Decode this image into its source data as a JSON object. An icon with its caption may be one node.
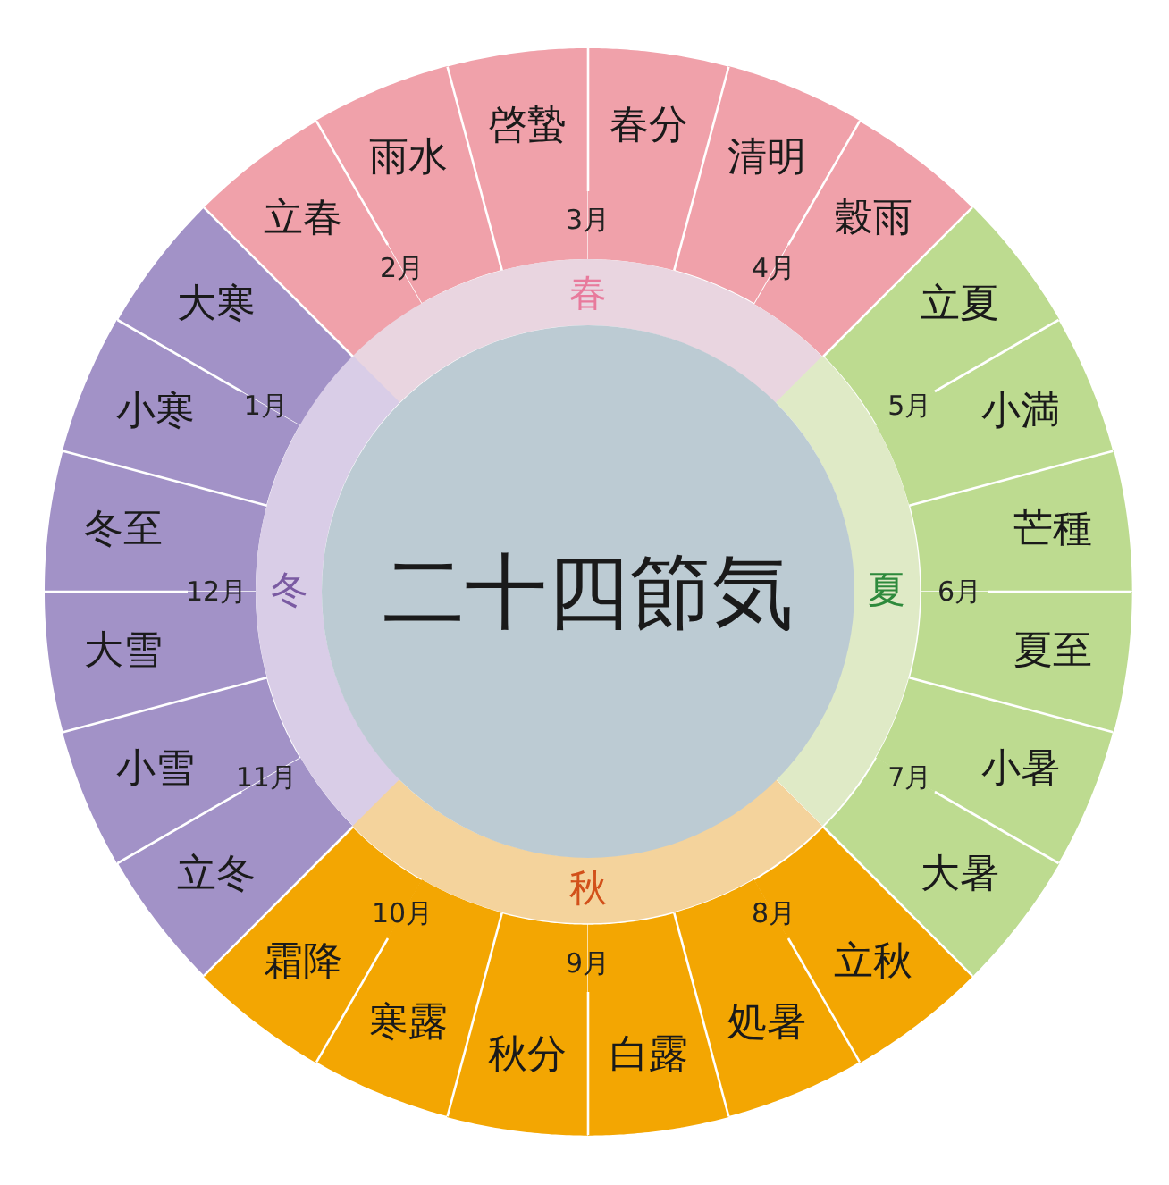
{
  "diagram": {
    "nodes": [
      {
        "text": [
          "二十四節気"
        ]
      },
      {
        "text": [
          "春"
        ]
      },
      {
        "text": [
          "夏"
        ]
      },
      {
        "text": [
          "秋"
        ]
      },
      {
        "text": [
          "冬"
        ]
      },
      {
        "text": [
          "立春"
        ]
      },
      {
        "text": [
          "雨水"
        ]
      },
      {
        "text": [
          "啓蟄"
        ]
      },
      {
        "text": [
          "春分"
        ]
      },
      {
        "text": [
          "清明"
        ]
      },
      {
        "text": [
          "穀雨"
        ]
      },
      {
        "text": [
          "立夏"
        ]
      },
      {
        "text": [
          "小満"
        ]
      },
      {
        "text": [
          "芒種"
        ]
      },
      {
        "text": [
          "夏至"
        ]
      },
      {
        "text": [
          "小暑"
        ]
      },
      {
        "text": [
          "大暑"
        ]
      },
      {
        "text": [
          "立秋"
        ]
      },
      {
        "text": [
          "処暑"
        ]
      },
      {
        "text": [
          "白露"
        ]
      },
      {
        "text": [
          "秋分"
        ]
      },
      {
        "text": [
          "寒露"
        ]
      },
      {
        "text": [
          "霜降"
        ]
      },
      {
        "text": [
          "立冬"
        ]
      },
      {
        "text": [
          "小雪"
        ]
      },
      {
        "text": [
          "大雪"
        ]
      },
      {
        "text": [
          "冬至"
        ]
      },
      {
        "text": [
          "小寒"
        ]
      },
      {
        "text": [
          "大寒"
        ]
      }
    ],
    "labels": [
      "2月",
      "3月",
      "4月",
      "5月",
      "6月",
      "7月",
      "8月",
      "9月",
      "10月",
      "11月",
      "12月",
      "1月"
    ]
  }
}
